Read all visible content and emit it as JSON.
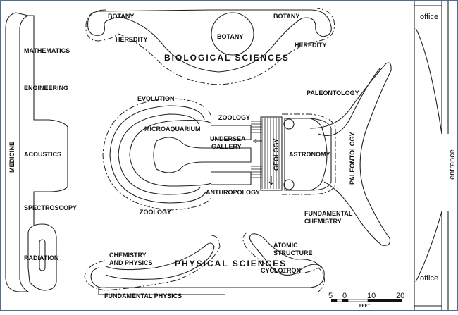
{
  "labels": {
    "botany_left": "BOTANY",
    "botany_center": "BOTANY",
    "botany_right": "BOTANY",
    "heredity_left": "HEREDITY",
    "heredity_right": "HEREDITY",
    "biological_sciences": "BIOLOGICAL SCIENCES",
    "mathematics": "MATHEMATICS",
    "engineering": "ENGINEERING",
    "medicine": "MEDICINE",
    "acoustics": "ACOUSTICS",
    "spectroscopy": "SPECTROSCOPY",
    "radiation": "RADIATION",
    "evolution": "EVOLUTION",
    "zoology_top": "ZOOLOGY",
    "microaquarium": "MICROAQUARIUM",
    "undersea_gallery_1": "UNDERSEA",
    "undersea_gallery_2": "GALLERY",
    "geology": "GEOLOGY",
    "astronomy": "ASTRONOMY",
    "anthropology": "ANTHROPOLOGY",
    "zoology_bottom": "ZOOLOGY",
    "paleontology_top": "PALEONTOLOGY",
    "paleontology_vertical": "PALEONTOLOGY",
    "fundamental_chemistry_1": "FUNDAMENTAL",
    "fundamental_chemistry_2": "CHEMISTRY",
    "chemistry_and_physics_1": "CHEMISTRY",
    "chemistry_and_physics_2": "AND PHYSICS",
    "physical_sciences": "PHYSICAL SCIENCES",
    "atomic_structure_1": "ATOMIC",
    "atomic_structure_2": "STRUCTURE",
    "cyclotron": "CYCLOTRON",
    "fundamental_physics": "FUNDAMENTAL PHYSICS",
    "office_top": "office",
    "office_bottom": "office",
    "entrance": "entrance"
  },
  "scale": {
    "ticks": [
      "5",
      "0",
      "10",
      "20"
    ],
    "unit": "FEET"
  },
  "colors": {
    "border": "#4a6e96",
    "line": "#222222",
    "background": "#ffffff"
  }
}
